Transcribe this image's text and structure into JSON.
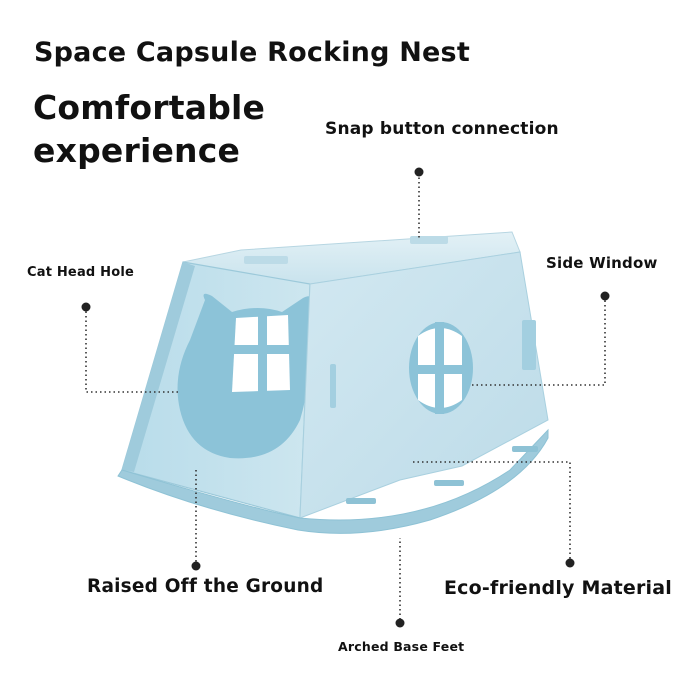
{
  "title": "Space Capsule Rocking Nest",
  "headline": {
    "line1": "Comfortable",
    "line2": "experience"
  },
  "callouts": {
    "snap_button": "Snap button connection",
    "cat_head_hole": "Cat Head Hole",
    "side_window": "Side Window",
    "raised_off_ground": "Raised Off the Ground",
    "eco_friendly": "Eco-friendly Material",
    "arched_base_feet": "Arched Base Feet"
  },
  "colors": {
    "product_light": "#cfe7f0",
    "product_mid": "#a9d3e3",
    "product_dark": "#86bfd6",
    "leader_line": "#333333"
  }
}
